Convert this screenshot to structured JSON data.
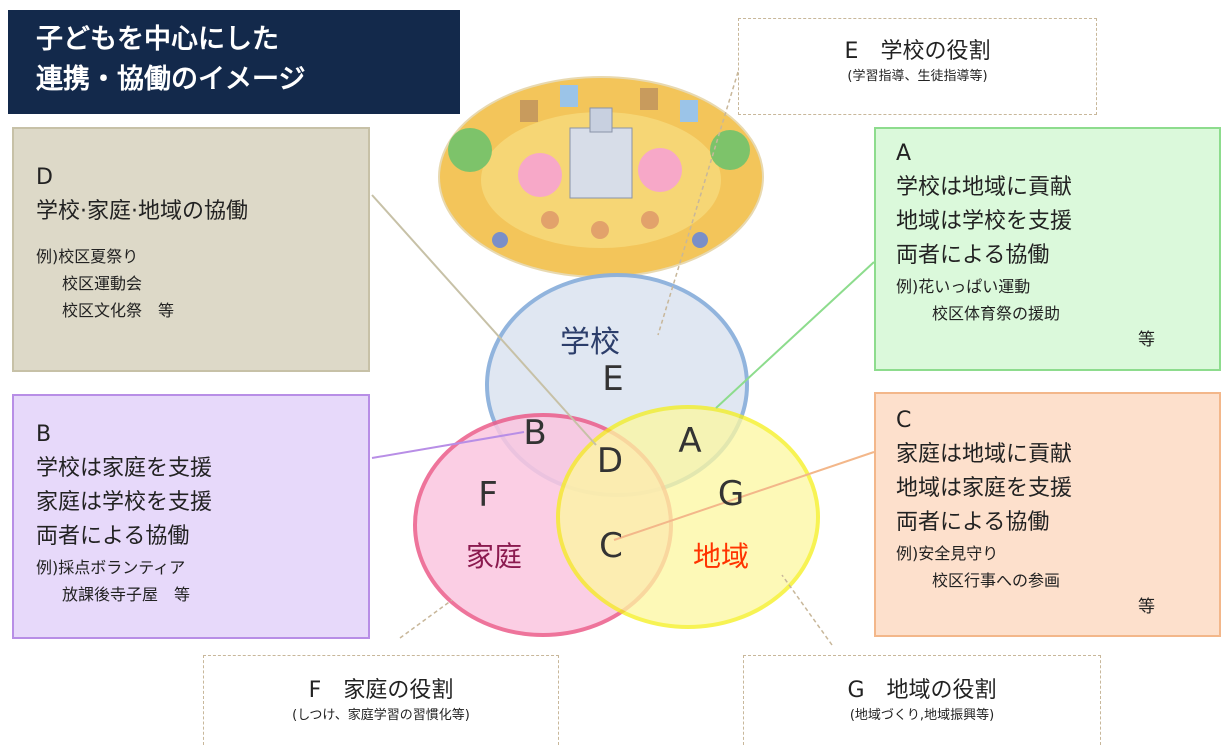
{
  "title": {
    "line1": "子どもを中心にした",
    "line2": "連携・協働のイメージ"
  },
  "boxes": {
    "D": {
      "letter": "D",
      "heading": "学校·家庭·地域の協働",
      "items": [
        "例)校区夏祭り",
        "校区運動会",
        "校区文化祭　等"
      ]
    },
    "B": {
      "letter": "B",
      "lines": [
        "学校は家庭を支援",
        "家庭は学校を支援",
        "両者による協働"
      ],
      "items": [
        "例)採点ボランティア",
        "放課後寺子屋　等"
      ]
    },
    "A": {
      "letter": "A",
      "lines": [
        "学校は地域に貢献",
        "地域は学校を支援",
        "両者による協働"
      ],
      "items": [
        "例)花いっぱい運動",
        "校区体育祭の援助"
      ],
      "tail": "等"
    },
    "C": {
      "letter": "C",
      "lines": [
        "家庭は地域に貢献",
        "地域は家庭を支援",
        "両者による協働"
      ],
      "items": [
        "例)安全見守り",
        "校区行事への参画"
      ],
      "tail": "等"
    }
  },
  "roles": {
    "E": {
      "main": "E　学校の役割",
      "sub": "(学習指導、生徒指導等)"
    },
    "F": {
      "main": "F　家庭の役割",
      "sub": "(しつけ、家庭学習の習慣化等)"
    },
    "G": {
      "main": "G　地域の役割",
      "sub": "(地域づくり,地域振興等)"
    }
  },
  "venn": {
    "school_label": "学校",
    "home_label": "家庭",
    "community_label": "地域",
    "E": "E",
    "F": "F",
    "G": "G",
    "A": "A",
    "B": "B",
    "C": "C",
    "D": "D"
  },
  "colors": {
    "school_fill": "#dfe6f2",
    "school_stroke": "#8cb0dc",
    "home_fill": "#fbc6e0",
    "home_stroke": "#ec5c8a",
    "community_fill": "#fdf8a0",
    "community_stroke": "#f5ef1a",
    "home_label_color": "#8b1a4f",
    "community_label_color": "#ff3300"
  }
}
